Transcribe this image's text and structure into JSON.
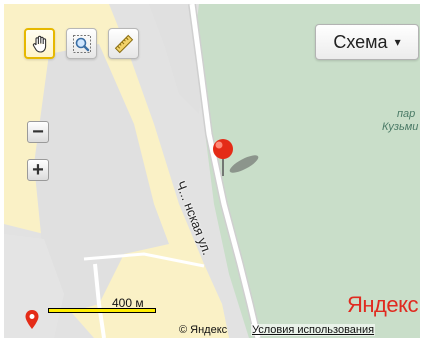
{
  "toolbar": {
    "tools": [
      {
        "name": "hand-tool",
        "icon": "hand-icon",
        "active": true
      },
      {
        "name": "zoom-area-tool",
        "icon": "magnifier-icon",
        "active": false
      },
      {
        "name": "ruler-tool",
        "icon": "ruler-icon",
        "active": false
      }
    ]
  },
  "layer_select": {
    "value": "Схема",
    "arrow": "▾"
  },
  "zoom": {
    "out": "−",
    "in": "+"
  },
  "labels": {
    "park_line1": "пар",
    "park_line2": "Кузьми",
    "street": "Ч... нская ул."
  },
  "scale": {
    "text": "400 м"
  },
  "brand": {
    "text": "Яндекс"
  },
  "footer": {
    "copyright": "© Яндекс",
    "terms": "Условия использования"
  },
  "colors": {
    "forest": "#c9dec9",
    "sand": "#faf1c6",
    "road": "#ffffff",
    "urban": "#e2e2e2",
    "pin": "#e42b17",
    "brand": "#e02a1f",
    "scale_fill": "#ffee00"
  }
}
